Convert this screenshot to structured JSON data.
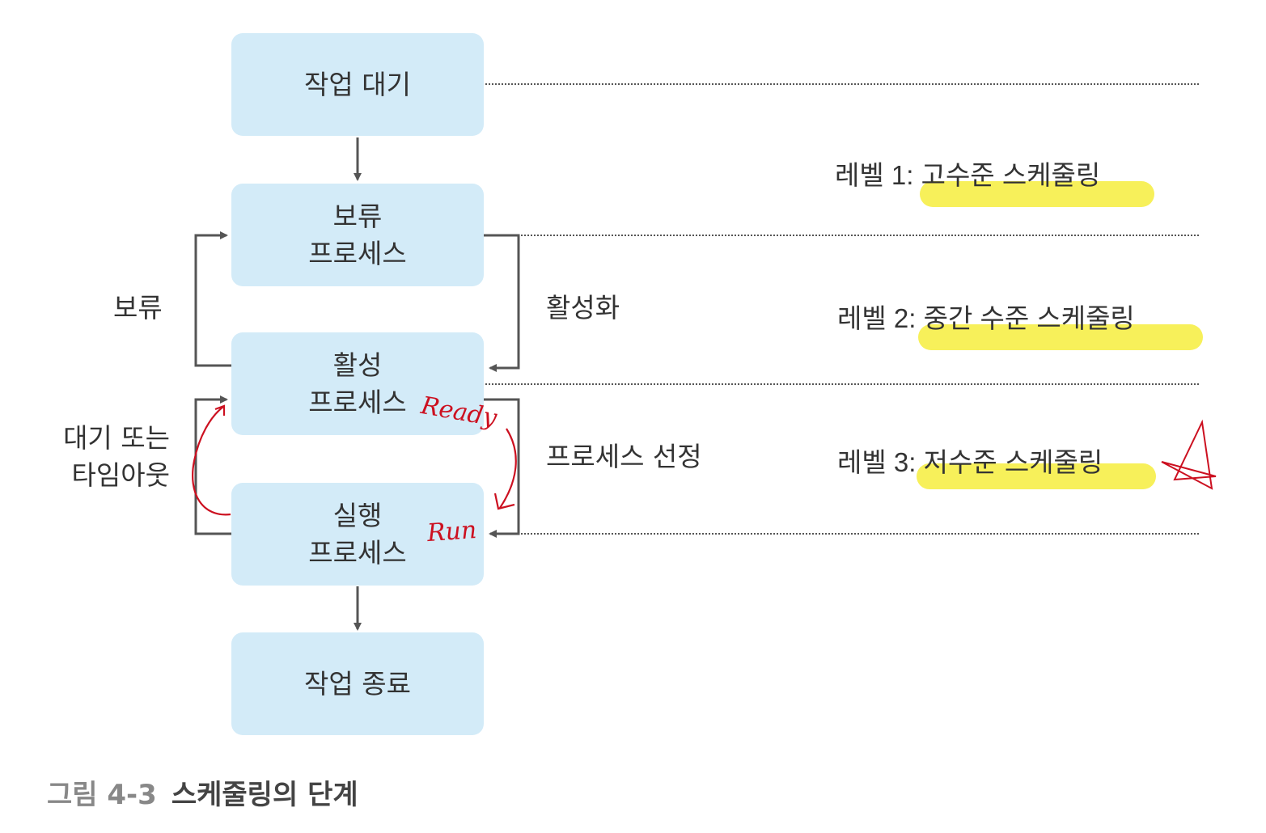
{
  "boxes": {
    "job_wait": "작업 대기",
    "hold_process": [
      "보류",
      "프로세스"
    ],
    "active_process": [
      "활성",
      "프로세스"
    ],
    "running_process": [
      "실행",
      "프로세스"
    ],
    "job_end": "작업 종료"
  },
  "transitions": {
    "hold": "보류",
    "wait_or_timeout": [
      "대기 또는",
      "타임아웃"
    ],
    "activate": "활성화",
    "process_select": "프로세스 선정"
  },
  "levels": [
    "레벨 1: 고수준 스케줄링",
    "레벨 2: 중간 수준 스케줄링",
    "레벨 3: 저수준 스케줄링"
  ],
  "annotations": {
    "ready": "Ready",
    "run": "Run",
    "highlight_color": "#f7f05a",
    "ink_color": "#cc1020"
  },
  "caption": {
    "number": "그림 4-3",
    "text": "스케줄링의 단계"
  }
}
